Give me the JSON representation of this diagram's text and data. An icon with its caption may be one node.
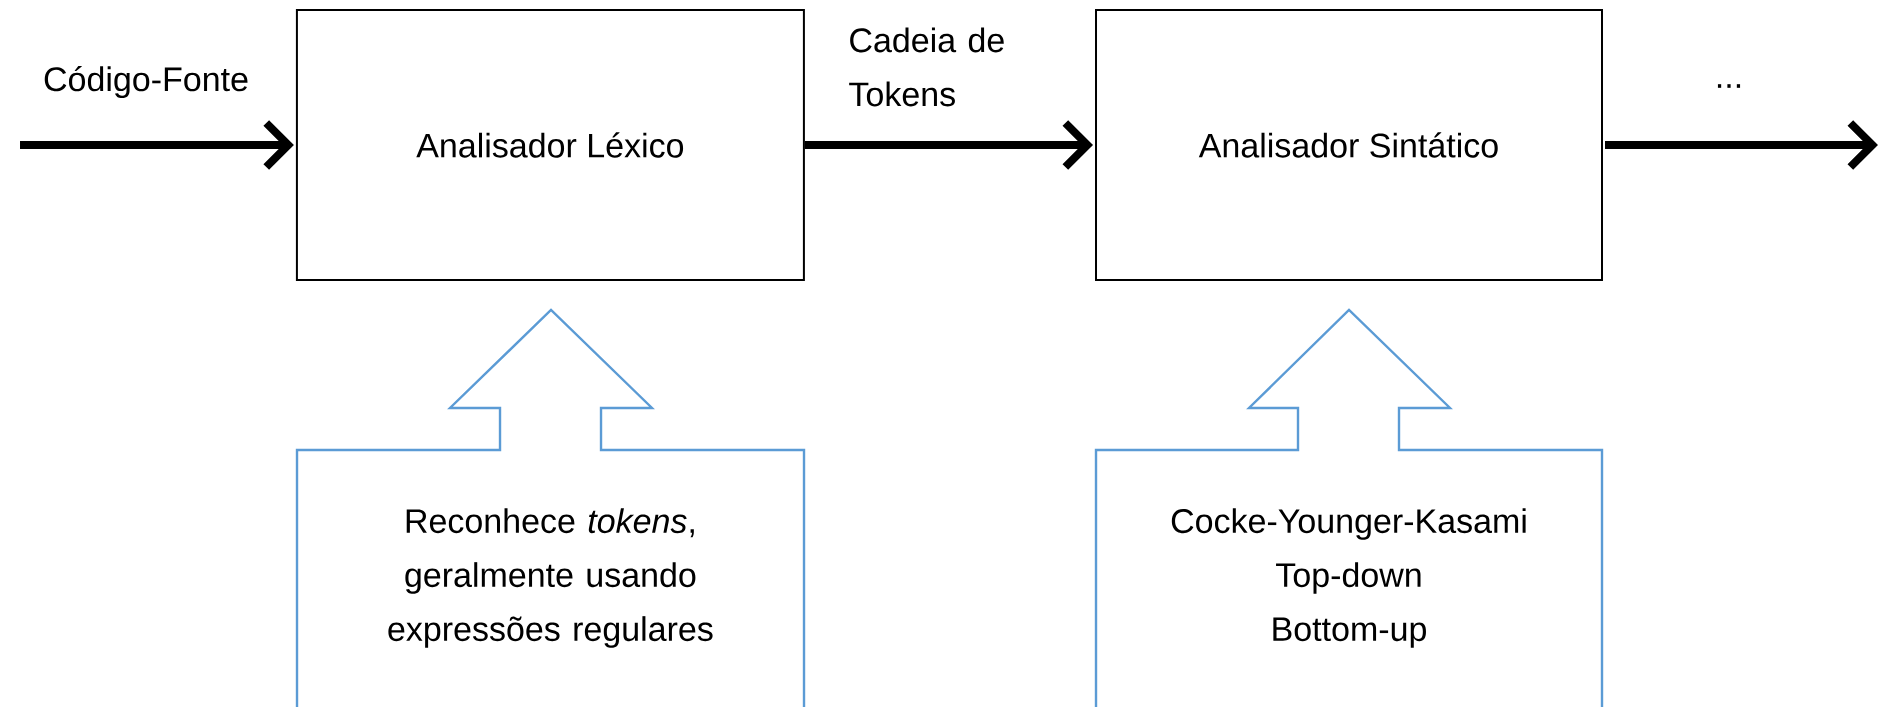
{
  "diagram": {
    "nodes": [
      {
        "text": [
          "Analisador Léxico"
        ]
      },
      {
        "text": [
          "Analisador Sintático"
        ]
      },
      {
        "text": [
          "Reconhece *tokens*, geralmente usando expressões regulares"
        ]
      },
      {
        "text": [
          "Cocke-Younger-Kasami",
          "Top-down",
          "Bottom-up"
        ]
      }
    ],
    "edges": [
      {
        "from": null,
        "to": 0,
        "arrow": "to",
        "label": "Código-Fonte"
      },
      {
        "from": 0,
        "to": 1,
        "arrow": "to",
        "label": "Cadeia de Tokens"
      },
      {
        "from": 1,
        "to": null,
        "arrow": "to",
        "label": "..."
      }
    ]
  }
}
